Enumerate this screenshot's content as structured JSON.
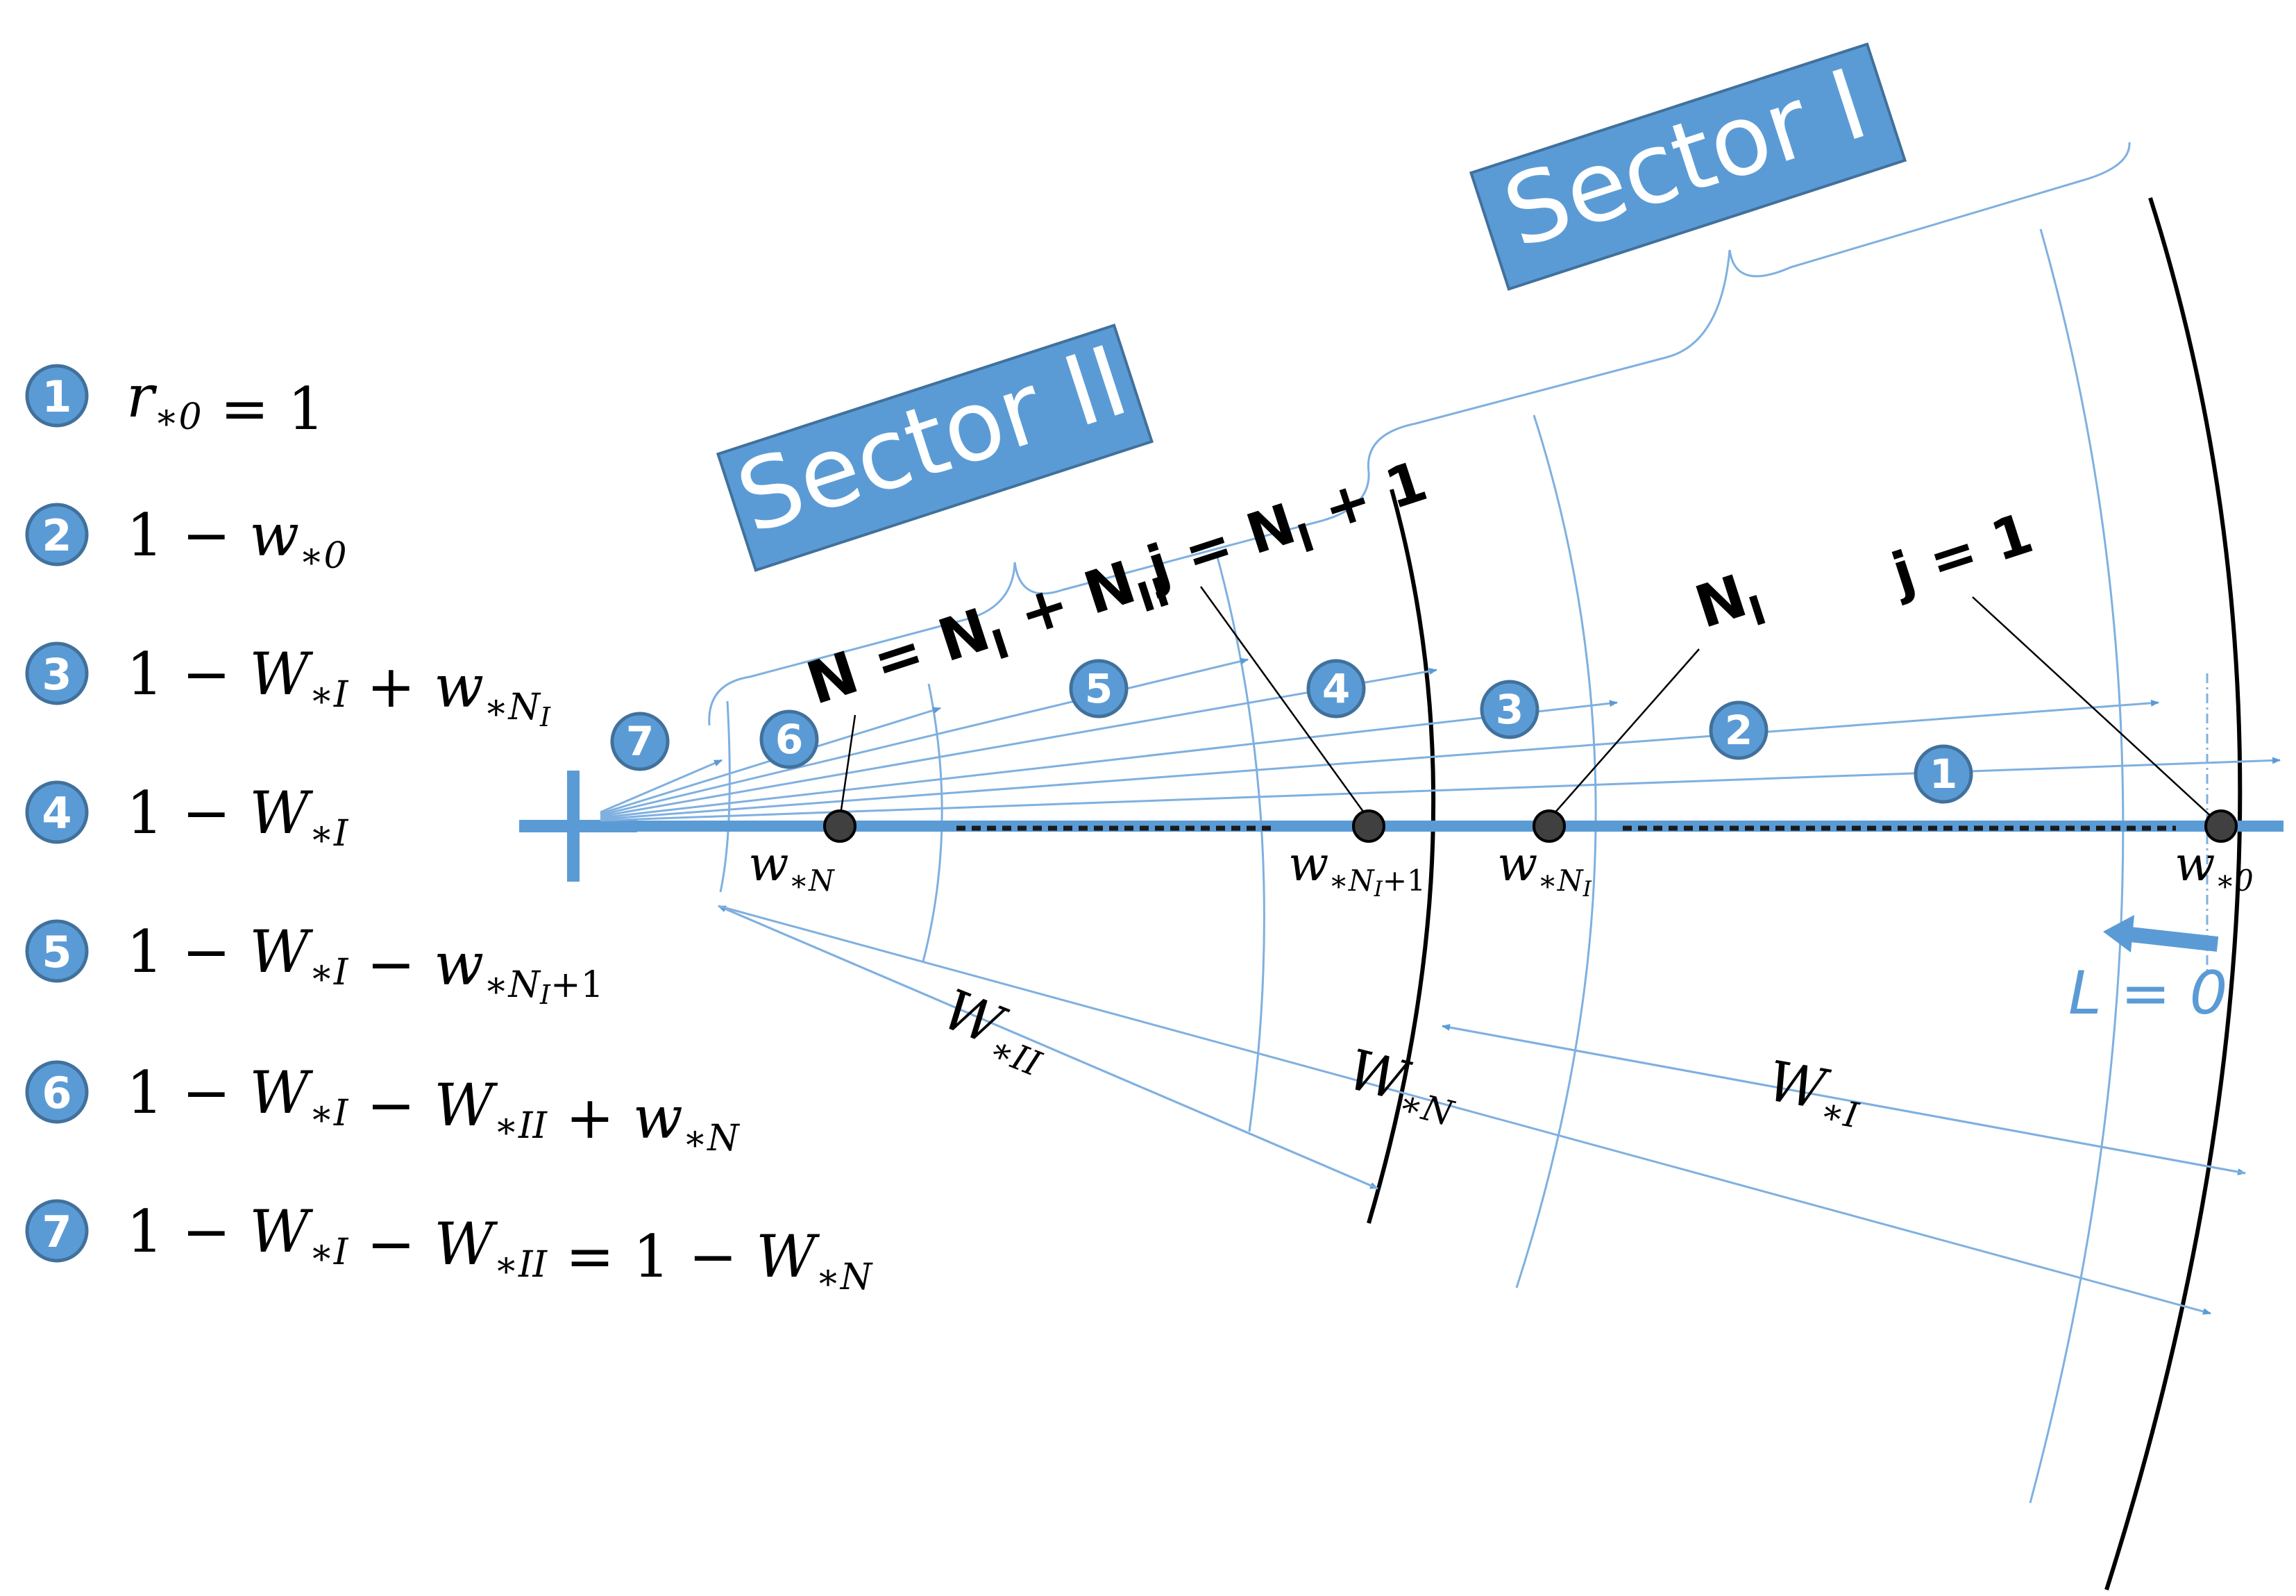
{
  "colors": {
    "accent": "#5b9bd5",
    "accent_dark": "#41719c",
    "thin_line": "#7fb0e0",
    "black": "#000000",
    "dot_fill": "#404040",
    "white": "#ffffff"
  },
  "legend": [
    {
      "num": "1",
      "expr": [
        {
          "t": "r",
          "sub": "∗0"
        },
        {
          "t": " = 1",
          "upright": true
        }
      ]
    },
    {
      "num": "2",
      "expr": [
        {
          "t": "1 − ",
          "upright": true
        },
        {
          "t": "w",
          "sub": "∗0"
        }
      ]
    },
    {
      "num": "3",
      "expr": [
        {
          "t": "1 − ",
          "upright": true
        },
        {
          "t": "W",
          "sub": "∗I"
        },
        {
          "t": " + ",
          "upright": true
        },
        {
          "t": "w",
          "sub": "∗N",
          "subsub": "I"
        }
      ]
    },
    {
      "num": "4",
      "expr": [
        {
          "t": "1 − ",
          "upright": true
        },
        {
          "t": "W",
          "sub": "∗I"
        }
      ]
    },
    {
      "num": "5",
      "expr": [
        {
          "t": "1 − ",
          "upright": true
        },
        {
          "t": "W",
          "sub": "∗I"
        },
        {
          "t": " − ",
          "upright": true
        },
        {
          "t": "w",
          "sub": "∗N",
          "subsub": "I",
          "subtail": "+1"
        }
      ]
    },
    {
      "num": "6",
      "expr": [
        {
          "t": "1 − ",
          "upright": true
        },
        {
          "t": "W",
          "sub": "∗I"
        },
        {
          "t": " − ",
          "upright": true
        },
        {
          "t": "W",
          "sub": "∗II"
        },
        {
          "t": " + ",
          "upright": true
        },
        {
          "t": "w",
          "sub": "∗N"
        }
      ]
    },
    {
      "num": "7",
      "expr": [
        {
          "t": "1 − ",
          "upright": true
        },
        {
          "t": "W",
          "sub": "∗I"
        },
        {
          "t": " − ",
          "upright": true
        },
        {
          "t": "W",
          "sub": "∗II"
        },
        {
          "t": " = 1 − ",
          "upright": true
        },
        {
          "t": "W",
          "sub": "∗N"
        }
      ]
    }
  ],
  "sectors": {
    "sector_1": "Sector I",
    "sector_2": "Sector II"
  },
  "annotations": {
    "n_total": {
      "pre": "N = N",
      "sub1": "I",
      "mid": " + N",
      "sub2": "II"
    },
    "j_n1": {
      "pre": "j = N",
      "sub": "I",
      "post": " + 1"
    },
    "n_i": {
      "pre": "N",
      "sub": "I"
    },
    "j_1": "j = 1",
    "l0": "L = 0"
  },
  "point_labels": {
    "w_n": {
      "t": "w",
      "sub": "∗N"
    },
    "w_n1": {
      "t": "w",
      "sub": "∗N",
      "subsub": "I",
      "subtail": "+1"
    },
    "w_ni": {
      "t": "w",
      "sub": "∗N",
      "subsub": "I"
    },
    "w_0": {
      "t": "w",
      "sub": "∗0"
    }
  },
  "span_labels": {
    "w_ii": {
      "t": "W",
      "sub": "∗II"
    },
    "w_n": {
      "t": "W",
      "sub": "∗N"
    },
    "w_i": {
      "t": "W",
      "sub": "∗I"
    }
  },
  "ray_numbers": [
    "1",
    "2",
    "3",
    "4",
    "5",
    "6",
    "7"
  ]
}
